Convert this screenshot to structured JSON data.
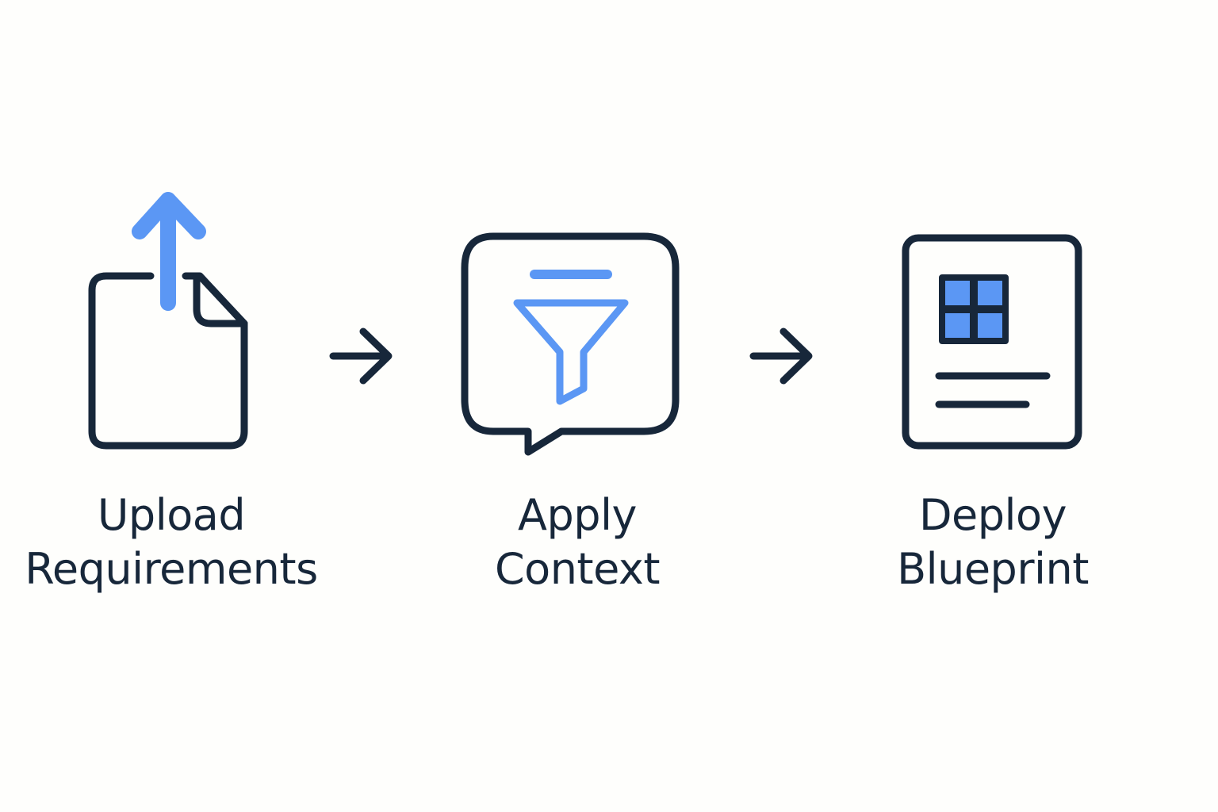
{
  "colors": {
    "ink": "#17273a",
    "accent": "#5b97f4",
    "background": "#fefefc"
  },
  "steps": [
    {
      "icon": "upload-document-icon",
      "label_line1": "Upload",
      "label_line2": "Requirements"
    },
    {
      "icon": "chat-filter-icon",
      "label_line1": "Apply",
      "label_line2": "Context"
    },
    {
      "icon": "blueprint-document-icon",
      "label_line1": "Deploy",
      "label_line2": "Blueprint"
    }
  ],
  "connectors": [
    {
      "icon": "arrow-right-icon"
    },
    {
      "icon": "arrow-right-icon"
    }
  ]
}
